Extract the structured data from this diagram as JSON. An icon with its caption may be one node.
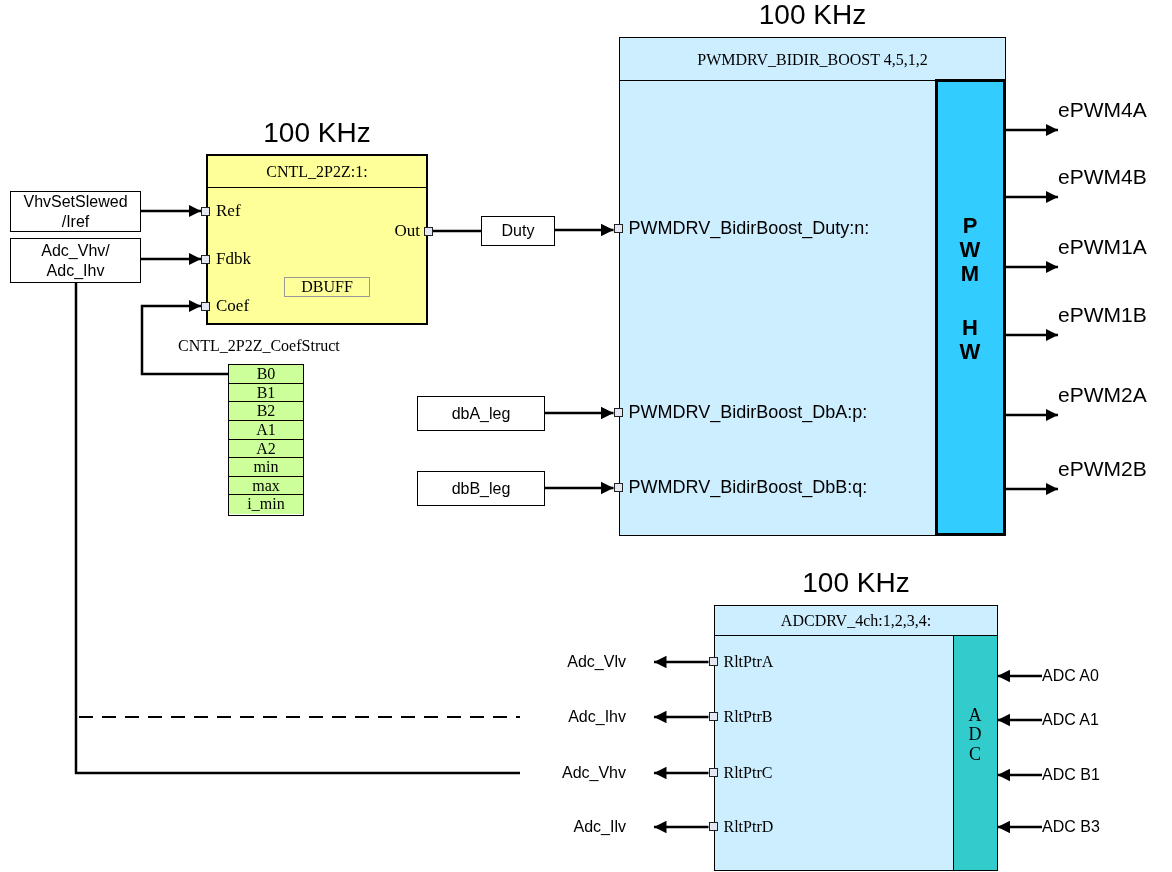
{
  "diagram": {
    "nodes": [
      {
        "text": [
          "100 KHz",
          "CNTL_2P2Z:1:"
        ],
        "beside": [
          "CNTL_2P2Z_CoefStruct"
        ]
      },
      {
        "text": [
          "Ref"
        ],
        "in": 0
      },
      {
        "text": [
          "Fdbk"
        ],
        "in": 0
      },
      {
        "text": [
          "Coef"
        ],
        "in": 0
      },
      {
        "text": [
          "Out"
        ],
        "in": 0
      },
      {
        "text": [
          "DBUFF"
        ],
        "in": 0
      },
      {
        "text": [
          "VhvSetSlewed /Iref"
        ]
      },
      {
        "text": [
          "Adc_Vhv/ Adc_Ihv"
        ]
      },
      {
        "text": [
          "B0",
          "B1",
          "B2",
          "A1",
          "A2",
          "min",
          "max",
          "i_min"
        ]
      },
      {
        "text": [
          "Duty"
        ]
      },
      {
        "text": [
          "100 KHz",
          "PWMDRV_BIDIR_BOOST 4,5,1,2"
        ]
      },
      {
        "text": [
          "PWMDRV_BidirBoost_Duty:n:"
        ],
        "in": 10
      },
      {
        "text": [
          "PWMDRV_BidirBoost_DbA:p:"
        ],
        "in": 10
      },
      {
        "text": [
          "PWMDRV_BidirBoost_DbB:q:"
        ],
        "in": 10
      },
      {
        "text": [
          "PWM",
          "HW"
        ],
        "in": 10
      },
      {
        "text": [
          "dbA_leg"
        ]
      },
      {
        "text": [
          "dbB_leg"
        ]
      },
      {
        "text": [
          "ePWM4A"
        ]
      },
      {
        "text": [
          "ePWM4B"
        ]
      },
      {
        "text": [
          "ePWM1A"
        ]
      },
      {
        "text": [
          "ePWM1B"
        ]
      },
      {
        "text": [
          "ePWM2A"
        ]
      },
      {
        "text": [
          "ePWM2B"
        ]
      },
      {
        "text": [
          "100 KHz",
          "ADCDRV_4ch:1,2,3,4:"
        ]
      },
      {
        "text": [
          "RltPtrA"
        ],
        "in": 23
      },
      {
        "text": [
          "RltPtrB"
        ],
        "in": 23
      },
      {
        "text": [
          "RltPtrC"
        ],
        "in": 23
      },
      {
        "text": [
          "RltPtrD"
        ],
        "in": 23
      },
      {
        "text": [
          "ADC"
        ],
        "in": 23
      },
      {
        "text": [
          "Adc_Vlv"
        ]
      },
      {
        "text": [
          "Adc_Ihv"
        ]
      },
      {
        "text": [
          "Adc_Vhv"
        ]
      },
      {
        "text": [
          "Adc_Ilv"
        ]
      },
      {
        "text": [
          "ADC A0"
        ]
      },
      {
        "text": [
          "ADC A1"
        ]
      },
      {
        "text": [
          "ADC B1"
        ]
      },
      {
        "text": [
          "ADC B3"
        ]
      }
    ],
    "edges": [
      {
        "from": 6,
        "to": 1,
        "arrow": "to"
      },
      {
        "from": 7,
        "to": 2,
        "arrow": "to"
      },
      {
        "from": 8,
        "to": 3,
        "arrow": "to"
      },
      {
        "from": 4,
        "to": 9,
        "arrow": "none"
      },
      {
        "from": 9,
        "to": 11,
        "arrow": "to"
      },
      {
        "from": 15,
        "to": 12,
        "arrow": "to"
      },
      {
        "from": 16,
        "to": 13,
        "arrow": "to"
      },
      {
        "from": 14,
        "to": 17,
        "arrow": "to"
      },
      {
        "from": 14,
        "to": 18,
        "arrow": "to"
      },
      {
        "from": 14,
        "to": 19,
        "arrow": "to"
      },
      {
        "from": 14,
        "to": 20,
        "arrow": "to"
      },
      {
        "from": 14,
        "to": 21,
        "arrow": "to"
      },
      {
        "from": 14,
        "to": 22,
        "arrow": "to"
      },
      {
        "from": 24,
        "to": 29,
        "arrow": "to"
      },
      {
        "from": 25,
        "to": 30,
        "arrow": "to"
      },
      {
        "from": 26,
        "to": 31,
        "arrow": "to"
      },
      {
        "from": 27,
        "to": 32,
        "arrow": "to"
      },
      {
        "from": 33,
        "to": 28,
        "arrow": "to"
      },
      {
        "from": 34,
        "to": 28,
        "arrow": "to"
      },
      {
        "from": 35,
        "to": 28,
        "arrow": "to"
      },
      {
        "from": 36,
        "to": 28,
        "arrow": "to"
      },
      {
        "from": 7,
        "to": 31,
        "arrow": "none"
      },
      {
        "from": 7,
        "to": 30,
        "arrow": "none",
        "style": "dashed"
      }
    ]
  }
}
